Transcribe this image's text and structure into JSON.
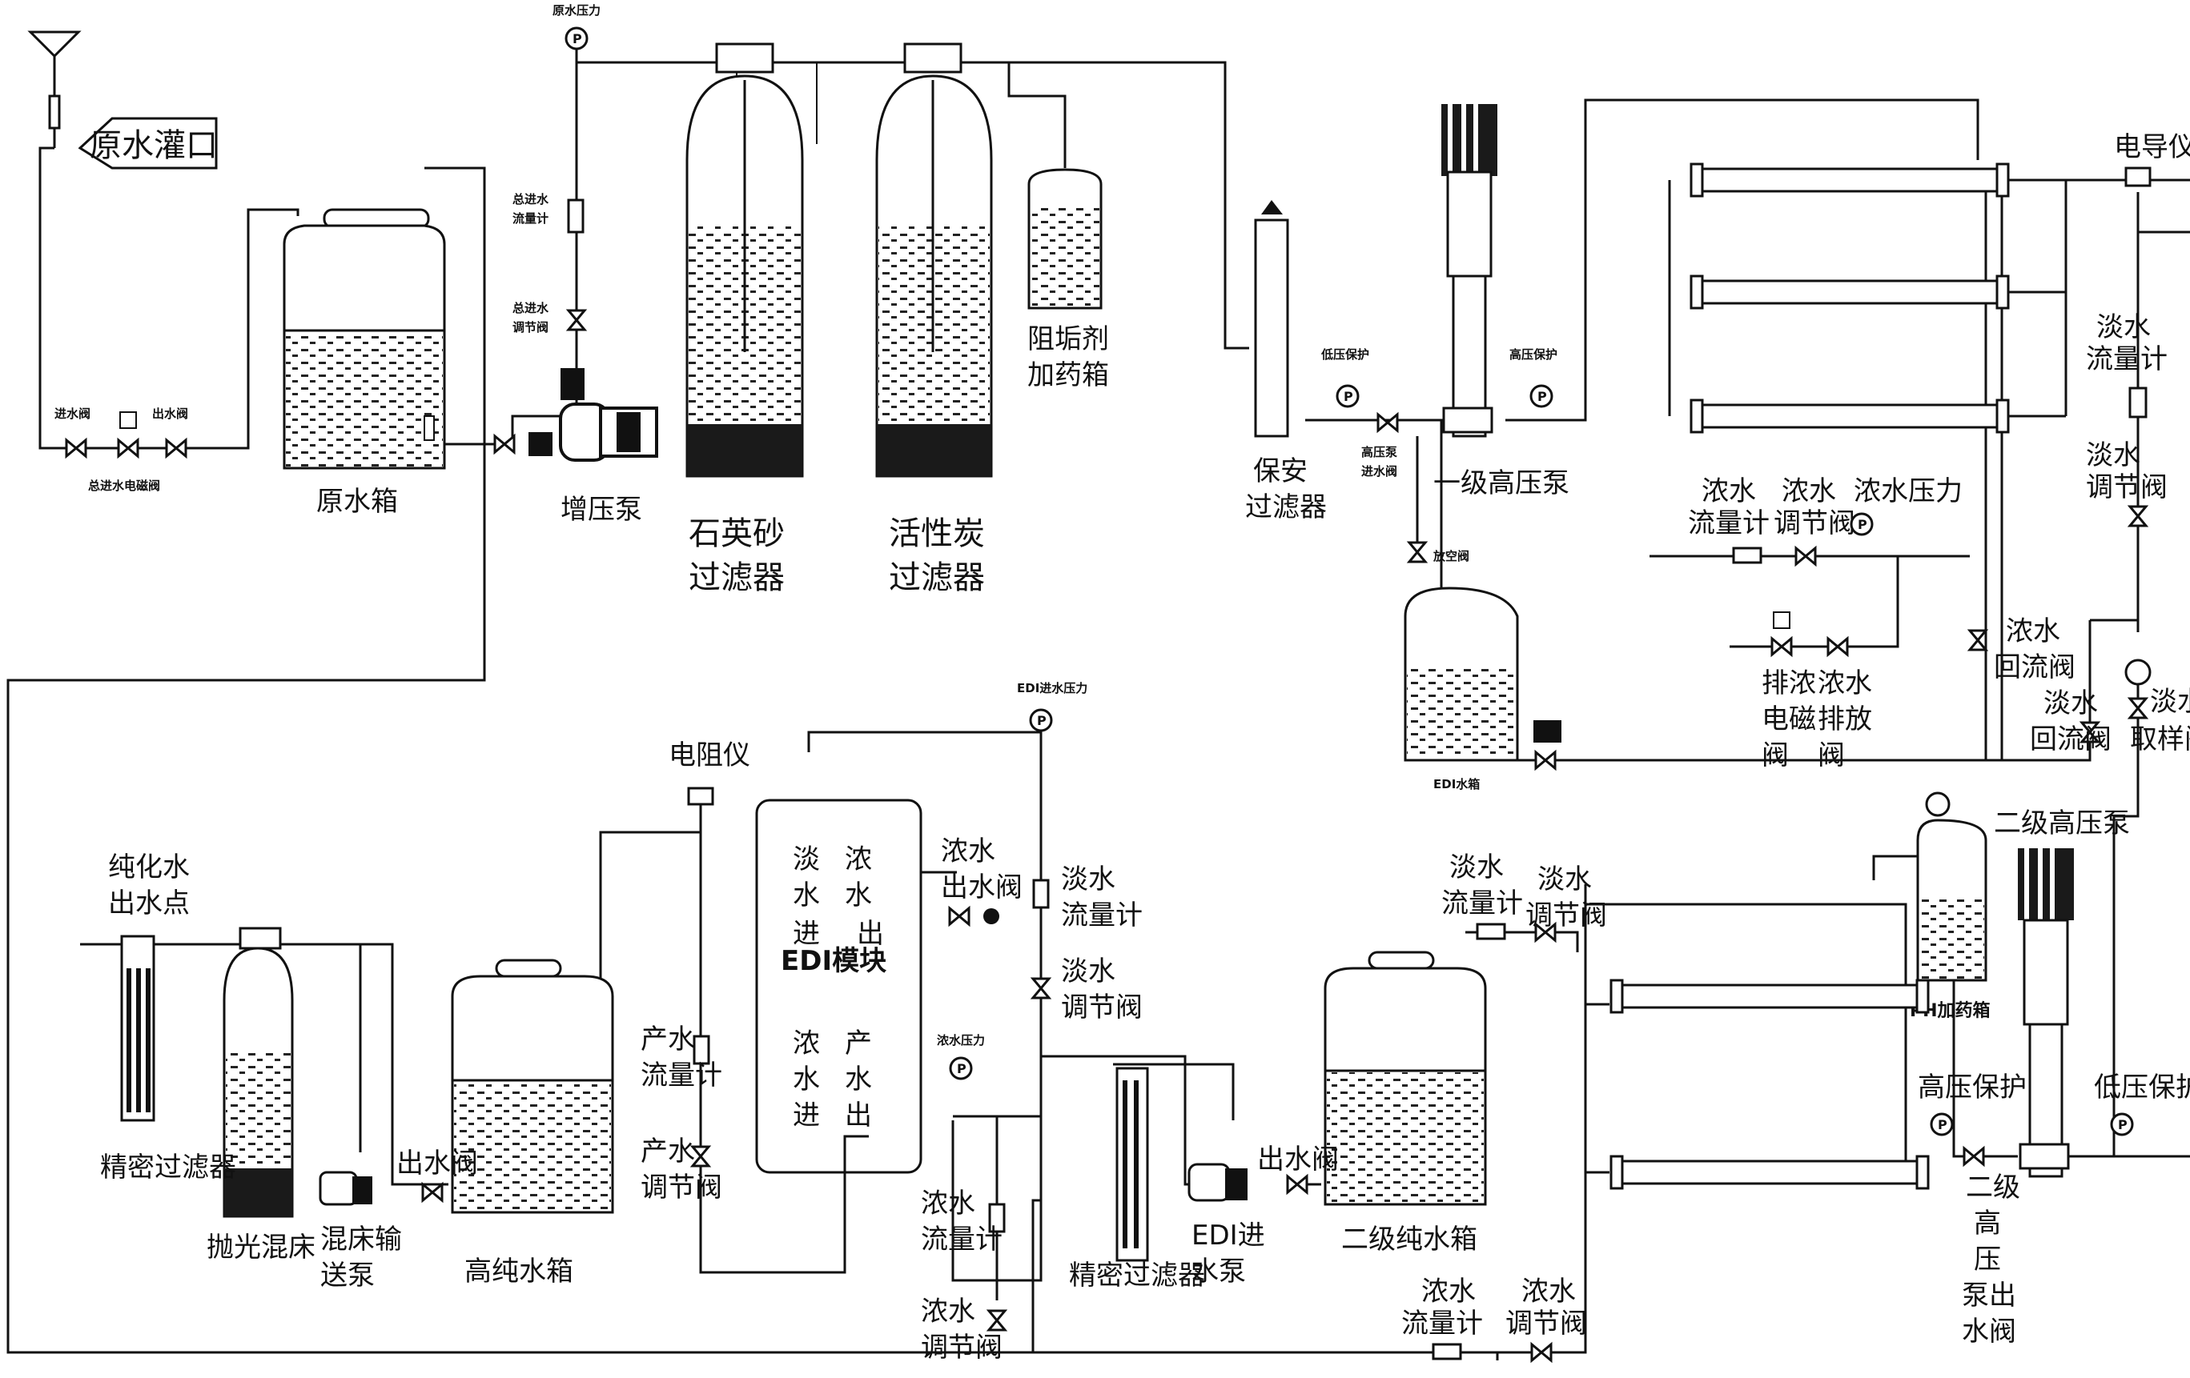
{
  "labels": {
    "raw_water_inlet": "原水灌口",
    "inlet_valve_left": "进水阀",
    "outlet_valve_left": "出水阀",
    "inlet_solenoid": "总进水电磁阀",
    "raw_tank": "原水箱",
    "raw_pressure": "原水压力",
    "total_flowmeter": [
      "总进水",
      "流量计"
    ],
    "total_regvalve": [
      "总进水",
      "调节阀"
    ],
    "booster_pump": "增压泵",
    "quartz_filter": [
      "石英砂",
      "过滤器"
    ],
    "carbon_filter": [
      "活性炭",
      "过滤器"
    ],
    "antiscalant": [
      "阻垢剂",
      "加药箱"
    ],
    "security_filter": [
      "保安",
      "过滤器"
    ],
    "low_pressure_protect_1": "低压保护",
    "hp_inlet_valve": [
      "高压泵",
      "进水阀"
    ],
    "high_pressure_protect_1": "高压保护",
    "hp_pump_1": "一级高压泵",
    "drain_valve": "放空阀",
    "edi_tank": "EDI水箱",
    "conc_flowmeter_1": [
      "浓水",
      "流量计"
    ],
    "conc_regvalve_1": [
      "浓水",
      "调节阀"
    ],
    "conc_pressure": "浓水压力",
    "conc_solenoid": [
      "排浓",
      "电磁",
      "阀"
    ],
    "conc_drain": [
      "浓水",
      "排放",
      "阀"
    ],
    "conc_return_1": [
      "浓水",
      "回流阀"
    ],
    "fresh_return": [
      "淡水",
      "回流阀"
    ],
    "conductivity": "电导仪",
    "fresh_flowmeter_1": [
      "淡水",
      "流量计"
    ],
    "fresh_regvalve_1": [
      "淡水",
      "调节阀"
    ],
    "fresh_sample": [
      "淡水",
      "取样阀"
    ],
    "ph_dosing": "PH加药箱",
    "hp_pump_2": "二级高压泵",
    "high_pressure_protect_2": "高压保护",
    "low_pressure_protect_2": "低压保护",
    "hp2_outlet": [
      "二级",
      "高",
      "压",
      "泵出",
      "水阀"
    ],
    "pure_outlet": [
      "纯化水",
      "出水点"
    ],
    "precision_filter_1": "精密过滤器",
    "polishing_bed": "抛光混床",
    "mixedbed_pump": [
      "混床输",
      "送泵"
    ],
    "outlet_valve_1": "出水阀",
    "high_pure_tank": "高纯水箱",
    "resistivity": "电阻仪",
    "product_flowmeter": [
      "产水",
      "流量计"
    ],
    "product_regvalve": [
      "产水",
      "调节阀"
    ],
    "edi_module": "EDI模块",
    "edi_fresh_in": [
      "淡",
      "水",
      "进"
    ],
    "edi_conc_out": [
      "浓",
      "水",
      "出"
    ],
    "edi_conc_in": [
      "浓",
      "水",
      "进"
    ],
    "edi_product_out": [
      "产",
      "水",
      "出"
    ],
    "edi_inlet_pressure": "EDI进水压力",
    "conc_outlet_valve_edi": [
      "浓水",
      "出水阀"
    ],
    "fresh_flowmeter_edi": [
      "淡水",
      "流量计"
    ],
    "fresh_regvalve_edi": [
      "淡水",
      "调节阀"
    ],
    "conc_pressure_edi": "浓水压力",
    "conc_flowmeter_edi": [
      "浓水",
      "流量计"
    ],
    "conc_regvalve_edi": [
      "浓水",
      "调节阀"
    ],
    "precision_filter_2": "精密过滤器",
    "edi_pump": [
      "EDI进",
      "水泵"
    ],
    "outlet_valve_2": "出水阀",
    "secondary_tank": "二级纯水箱",
    "fresh_flowmeter_2": [
      "淡水",
      "流量计"
    ],
    "fresh_regvalve_2": [
      "淡水",
      "调节阀"
    ],
    "conc_flowmeter_2": [
      "浓水",
      "流量计"
    ],
    "conc_regvalve_2": [
      "浓水",
      "调节阀"
    ]
  }
}
